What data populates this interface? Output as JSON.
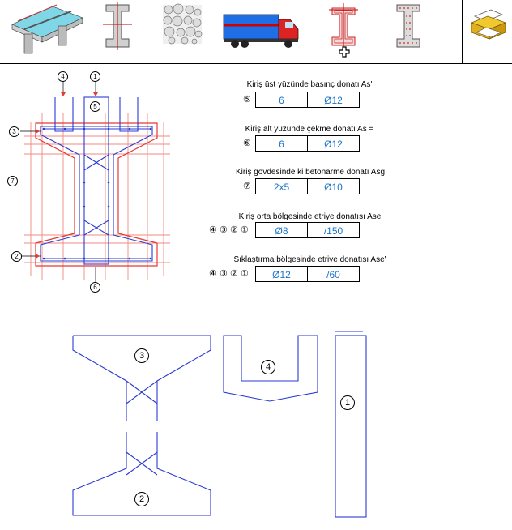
{
  "toolbar": {
    "items": [
      {
        "icon": "bridge-icon"
      },
      {
        "icon": "i-beam-section-icon"
      },
      {
        "icon": "concrete-aggregate-icon"
      },
      {
        "icon": "truck-load-icon"
      },
      {
        "icon": "i-beam-reinforcement-icon"
      },
      {
        "icon": "i-beam-rebar-points-icon"
      },
      {
        "icon": "printer-icon"
      }
    ]
  },
  "section_labels": {
    "c4": "4",
    "c1": "1",
    "c5": "5",
    "c3": "3",
    "c7": "7",
    "c2": "2",
    "c6": "6"
  },
  "rebar": {
    "top": {
      "title": "Kiriş üst yüzünde basınç donatı As'",
      "marker": "⑤",
      "count": "6",
      "diameter": "Ø12"
    },
    "bottom": {
      "title": "Kiriş alt yüzünde çekme donatı As =",
      "marker": "⑥",
      "count": "6",
      "diameter": "Ø12"
    },
    "web": {
      "title": "Kiriş gövdesinde ki betonarme donatı Asg",
      "marker": "⑦",
      "count": "2x5",
      "diameter": "Ø10"
    },
    "stirrup_mid": {
      "title": "Kiriş orta bölgesinde etriye donatısı Ase",
      "markers": [
        "④",
        "③",
        "②",
        "①"
      ],
      "diameter": "Ø8",
      "spacing": "/150"
    },
    "stirrup_dense": {
      "title": "Sıklaştırma bölgesinde etriye donatısı Ase'",
      "markers": [
        "④",
        "③",
        "②",
        "①"
      ],
      "diameter": "Ø12",
      "spacing": "/60"
    }
  },
  "shapes": {
    "s3": "3",
    "s2": "2",
    "s4": "4",
    "s1": "1"
  }
}
